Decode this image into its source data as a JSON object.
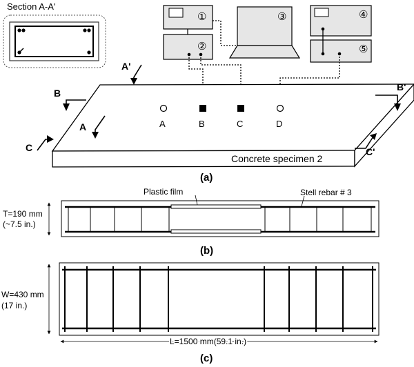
{
  "section_label": "Section A-A'",
  "cut_labels": {
    "a_prime": "A'",
    "a": "A",
    "b": "B",
    "b_prime": "B'",
    "c": "C",
    "c_prime": "C'"
  },
  "devices": {
    "d1": "①",
    "d2": "②",
    "d3": "③",
    "d4": "④",
    "d5": "⑤"
  },
  "sensor_points": [
    {
      "label": "A",
      "filled": false
    },
    {
      "label": "B",
      "filled": true
    },
    {
      "label": "C",
      "filled": true
    },
    {
      "label": "D",
      "filled": false
    }
  ],
  "specimen_label": "Concrete specimen 2",
  "captions": {
    "a": "(a)",
    "b": "(b)",
    "c": "(c)"
  },
  "side_view": {
    "plastic_film": "Plastic film",
    "rebar": "Stell rebar # 3",
    "thickness_line1": "T=190 mm",
    "thickness_line2": "(~7.5 in.)"
  },
  "top_view": {
    "width_line1": "W=430 mm",
    "width_line2": "(17 in.)",
    "length": "L=1500 mm(59.1 in.)"
  }
}
